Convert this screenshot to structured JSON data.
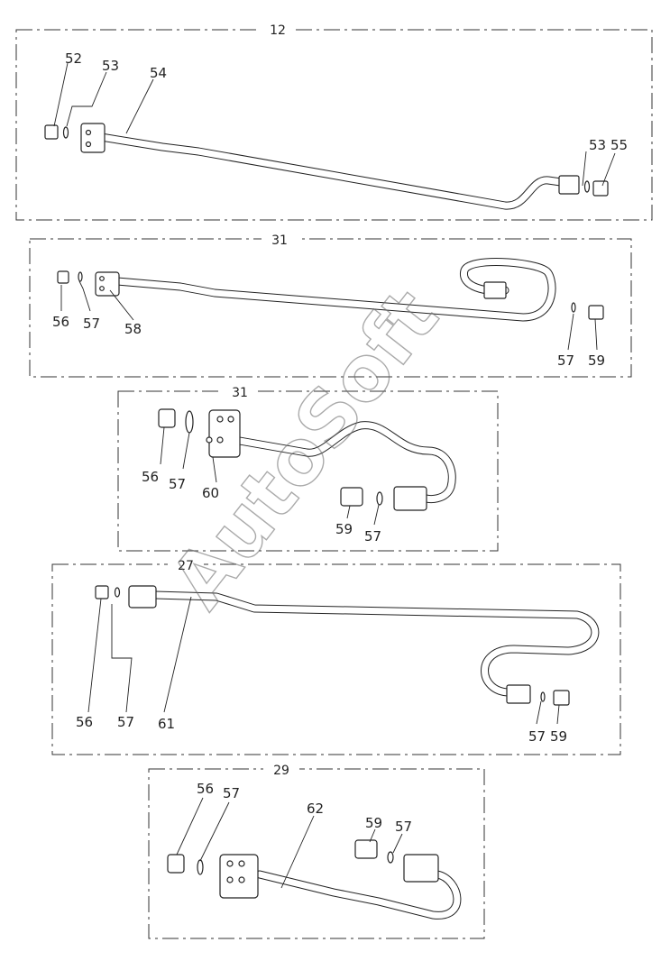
{
  "watermark": "AutoSoft",
  "groups": [
    {
      "id": "12",
      "labels": [
        "52",
        "53",
        "54",
        "53",
        "55"
      ]
    },
    {
      "id": "31",
      "labels": [
        "56",
        "57",
        "58",
        "57",
        "59"
      ]
    },
    {
      "id": "31",
      "labels": [
        "56",
        "57",
        "60",
        "59",
        "57"
      ]
    },
    {
      "id": "27",
      "labels": [
        "56",
        "57",
        "61",
        "57",
        "59"
      ]
    },
    {
      "id": "29",
      "labels": [
        "56",
        "57",
        "62",
        "59",
        "57"
      ]
    }
  ]
}
